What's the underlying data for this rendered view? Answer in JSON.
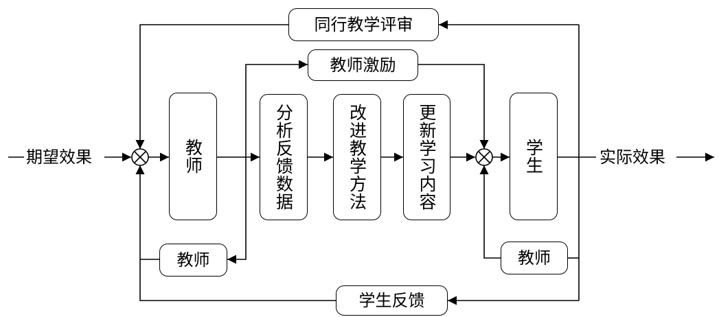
{
  "input_label": "期望效果",
  "output_label": "实际效果",
  "top_boxes": {
    "peer_review": "同行教学评审",
    "teacher_incentive": "教师激励"
  },
  "main_chain": {
    "teacher": "教师",
    "analyze_feedback": "分析反馈数据",
    "improve_methods": "改进教学方法",
    "update_content": "更新学习内容",
    "student": "学生"
  },
  "bottom_boxes": {
    "teacher_left": "教师",
    "teacher_right": "教师",
    "student_feedback": "学生反馈"
  }
}
